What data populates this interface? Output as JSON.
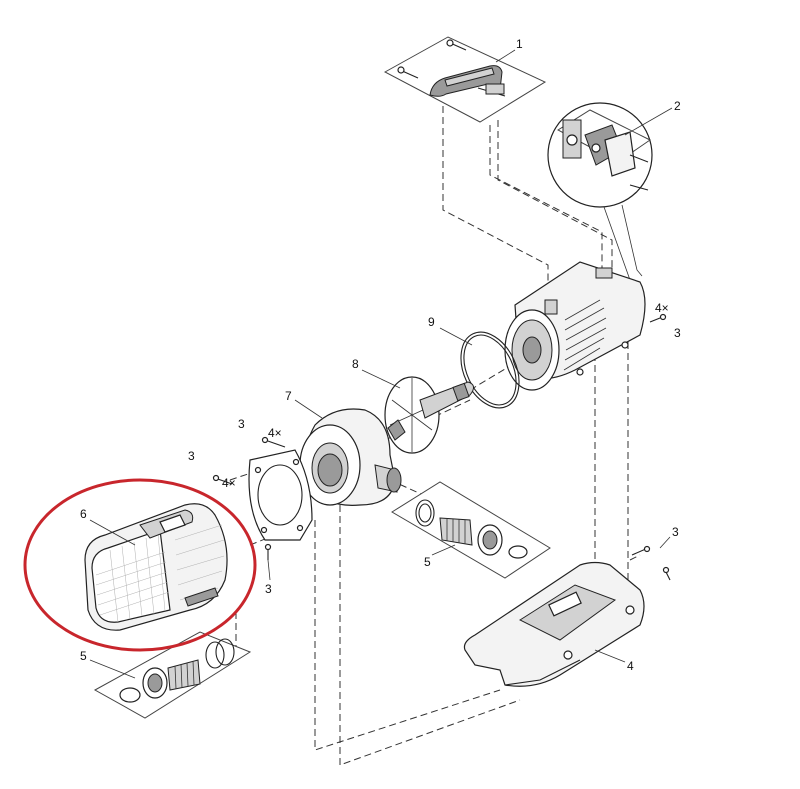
{
  "labels": {
    "p1": "1",
    "p2": "2",
    "p3a": "3",
    "p3b": "3",
    "p3c": "3",
    "p3d": "3",
    "p3e": "3",
    "p4": "4",
    "p5a": "5",
    "p5b": "5",
    "p6": "6",
    "p7": "7",
    "p8": "8",
    "p9": "9",
    "qty_a": "4×",
    "qty_b": "4×",
    "qty_c": "4×"
  },
  "colors": {
    "highlight": "#c8262c"
  }
}
